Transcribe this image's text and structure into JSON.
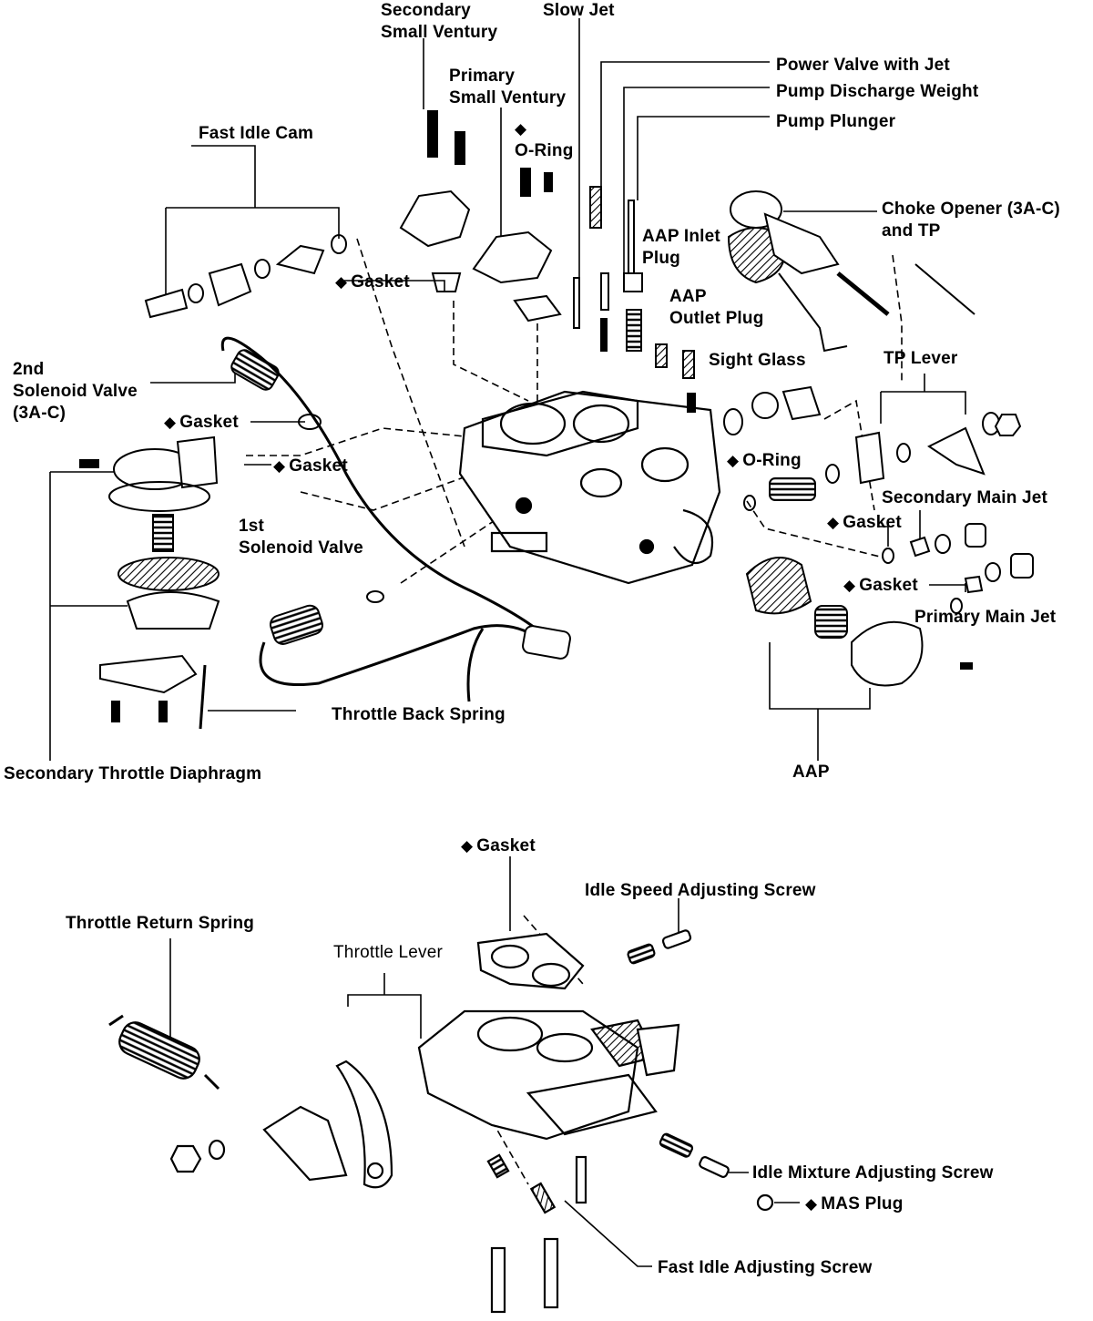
{
  "labels": {
    "secondary_small_venturi": [
      "Secondary",
      "Small Ventury"
    ],
    "slow_jet": "Slow Jet",
    "power_valve": "Power Valve with Jet",
    "pump_discharge_weight": "Pump Discharge Weight",
    "pump_plunger": "Pump Plunger",
    "primary_small_venturi": [
      "Primary",
      "Small Ventury"
    ],
    "o_ring_top": "O-Ring",
    "fast_idle_cam": "Fast Idle Cam",
    "choke_opener": [
      "Choke Opener (3A-C)",
      "and TP"
    ],
    "aap_inlet_plug": [
      "AAP Inlet",
      "Plug"
    ],
    "aap_outlet_plug": [
      "AAP",
      "Outlet Plug"
    ],
    "gasket_top": "Gasket",
    "sight_glass": "Sight Glass",
    "tp_lever": "TP Lever",
    "solenoid_2nd": [
      "2nd",
      "Solenoid Valve",
      "(3A-C)"
    ],
    "gasket_left1": "Gasket",
    "gasket_left2": "Gasket",
    "o_ring_mid": "O-Ring",
    "secondary_main_jet": "Secondary Main Jet",
    "solenoid_1st": [
      "1st",
      "Solenoid Valve"
    ],
    "gasket_right1": "Gasket",
    "gasket_right2": "Gasket",
    "primary_main_jet": "Primary Main Jet",
    "throttle_back_spring": "Throttle Back Spring",
    "secondary_throttle_diaphragm": "Secondary Throttle Diaphragm",
    "aap": "AAP",
    "gasket_bottom": "Gasket",
    "idle_speed_screw": "Idle Speed Adjusting Screw",
    "throttle_return_spring": "Throttle Return Spring",
    "throttle_lever": "Throttle Lever",
    "idle_mixture_screw": "Idle Mixture Adjusting Screw",
    "mas_plug": "MAS Plug",
    "fast_idle_screw": "Fast Idle Adjusting Screw"
  },
  "symbols": {
    "diamond": "◆"
  },
  "colors": {
    "ink": "#000000",
    "paper": "#ffffff"
  }
}
